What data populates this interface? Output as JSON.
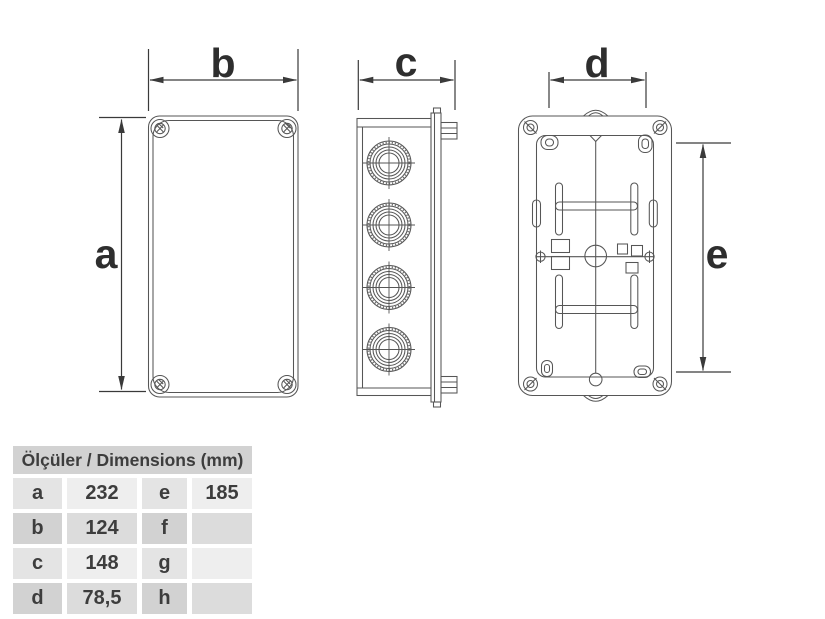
{
  "drawing": {
    "dim_labels": {
      "a": "a",
      "b": "b",
      "c": "c",
      "d": "d",
      "e": "e"
    },
    "line_color": "#565656",
    "dim_color": "#3a3a3a"
  },
  "table": {
    "header": "Ölçüler / Dimensions (mm)",
    "rows": [
      {
        "k1": "a",
        "v1": "232",
        "k2": "e",
        "v2": "185"
      },
      {
        "k1": "b",
        "v1": "124",
        "k2": "f",
        "v2": ""
      },
      {
        "k1": "c",
        "v1": "148",
        "k2": "g",
        "v2": ""
      },
      {
        "k1": "d",
        "v1": "78,5",
        "k2": "h",
        "v2": ""
      }
    ]
  }
}
